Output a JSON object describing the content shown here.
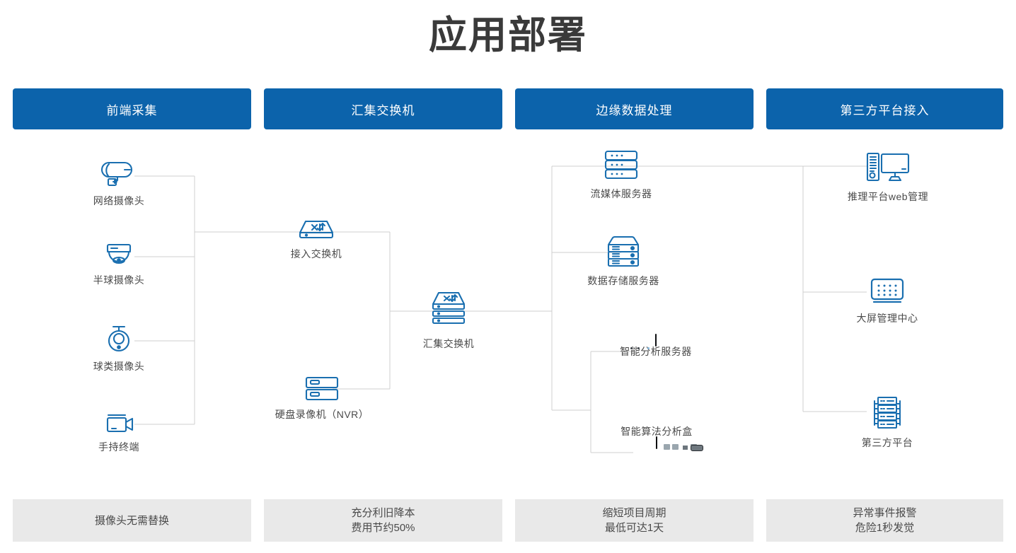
{
  "title": "应用部署",
  "theme": {
    "header_blue": "#0c63ab",
    "icon_blue": "#1a6fb0",
    "footer_bg": "#e9e9e9",
    "wire": "#cfcfcf",
    "text": "#4a4a4a"
  },
  "columns": [
    {
      "header": "前端采集",
      "footer": "摄像头无需替换"
    },
    {
      "header": "汇集交换机",
      "footer": "充分利旧降本\n费用节约50%"
    },
    {
      "header": "边缘数据处理",
      "footer": "缩短项目周期\n最低可达1天"
    },
    {
      "header": "第三方平台接入",
      "footer": "异常事件报警\n危险1秒发觉"
    }
  ],
  "nodes": [
    {
      "id": "ipc",
      "label": "网络摄像头",
      "icon": "bullet-camera-icon"
    },
    {
      "id": "dome",
      "label": "半球摄像头",
      "icon": "dome-camera-icon"
    },
    {
      "id": "ptz",
      "label": "球类摄像头",
      "icon": "ptz-camera-icon"
    },
    {
      "id": "handheld",
      "label": "手持终端",
      "icon": "camcorder-icon"
    },
    {
      "id": "access-sw",
      "label": "接入交换机",
      "icon": "switch-icon"
    },
    {
      "id": "nvr",
      "label": "硬盘录像机（NVR）",
      "icon": "nvr-icon"
    },
    {
      "id": "agg-sw",
      "label": "汇集交换机",
      "icon": "stacked-switch-icon"
    },
    {
      "id": "stream",
      "label": "流媒体服务器",
      "icon": "stacked-server-icon"
    },
    {
      "id": "storage",
      "label": "数据存储服务器",
      "icon": "storage-server-icon"
    },
    {
      "id": "ai-server",
      "label": "智能分析服务器",
      "icon": "rack-server-photo"
    },
    {
      "id": "ai-box",
      "label": "智能算法分析盒",
      "icon": "ai-box-photo"
    },
    {
      "id": "web-mgmt",
      "label": "推理平台web管理",
      "icon": "desktop-pc-icon"
    },
    {
      "id": "videowall",
      "label": "大屏管理中心",
      "icon": "video-wall-icon"
    },
    {
      "id": "thirdparty",
      "label": "第三方平台",
      "icon": "server-rack-icon"
    }
  ]
}
